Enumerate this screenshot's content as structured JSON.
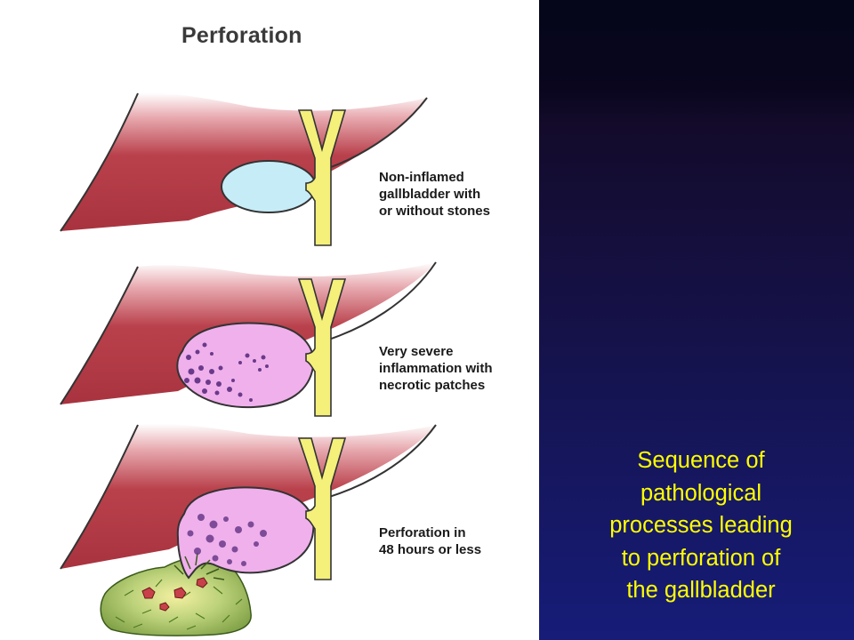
{
  "figure": {
    "title": "Perforation",
    "stages": [
      {
        "lines": [
          "Non-inflamed",
          "gallbladder with",
          "or without stones"
        ]
      },
      {
        "lines": [
          "Very severe",
          "inflammation with",
          "necrotic patches"
        ]
      },
      {
        "lines": [
          "Perforation in",
          "48 hours or less"
        ]
      }
    ]
  },
  "caption": {
    "lines": [
      "Sequence of",
      "pathological",
      "processes leading",
      "to perforation of",
      "the gallbladder"
    ],
    "color": "#ffff00"
  },
  "colors": {
    "liver": "#a8333f",
    "bile_duct": "#f4f07a",
    "normal_gallbladder": "#c6ecf7",
    "inflamed_gallbladder": "#f0b0ec",
    "necrotic_patches": "#6a3a8a",
    "abscess": "#a6c45a"
  }
}
